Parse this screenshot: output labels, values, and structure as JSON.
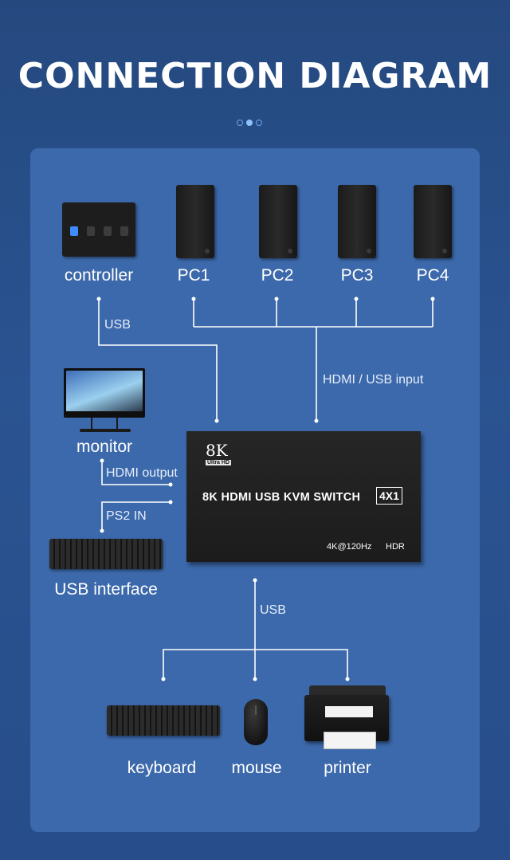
{
  "title": "CONNECTION DIAGRAM",
  "pagination": {
    "total": 3,
    "active": 2
  },
  "devices": {
    "controller": "controller",
    "pcs": [
      "PC1",
      "PC2",
      "PC3",
      "PC4"
    ],
    "monitor": "monitor",
    "usb_interface": "USB interface",
    "keyboard": "keyboard",
    "mouse": "mouse",
    "printer": "printer"
  },
  "connections": {
    "controller_usb": "USB",
    "hdmi_usb_input": "HDMI / USB input",
    "hdmi_output": "HDMI output",
    "ps2_in": "PS2 IN",
    "usb_bottom": "USB"
  },
  "switch": {
    "badge_8k": "8K",
    "ultra_hd": "Ultra HD",
    "name": "8K HDMI USB KVM SWITCH",
    "ports": "4X1",
    "spec": "4K@120Hz",
    "hdr": "HDR"
  },
  "colors": {
    "background": "#274e8a",
    "panel": "#3c69ab",
    "line": "#ffffff"
  }
}
